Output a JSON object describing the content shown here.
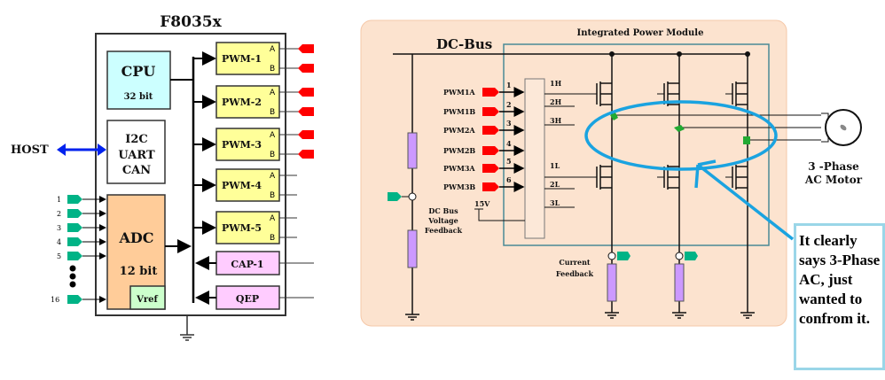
{
  "chip": {
    "title": "F8035x",
    "cpu": {
      "label": "CPU",
      "sub": "32 bit"
    },
    "comm": [
      "I2C",
      "UART",
      "CAN"
    ],
    "host": "HOST",
    "adc": {
      "label": "ADC",
      "sub": "12 bit",
      "vref": "Vref",
      "inputs": [
        "1",
        "2",
        "3",
        "4",
        "5",
        "16"
      ]
    },
    "pwm": [
      "PWM-1",
      "PWM-2",
      "PWM-3",
      "PWM-4",
      "PWM-5"
    ],
    "pin_a": "A",
    "pin_b": "B",
    "cap": "CAP-1",
    "qep": "QEP"
  },
  "power": {
    "bus": "DC-Bus",
    "module": "Integrated Power Module",
    "inputs": [
      "PWM1A",
      "PWM1B",
      "PWM2A",
      "PWM2B",
      "PWM3A",
      "PWM3B"
    ],
    "pins": [
      "1",
      "2",
      "3",
      "4",
      "5",
      "6"
    ],
    "outputs": [
      "1H",
      "2H",
      "3H",
      "1L",
      "2L",
      "3L"
    ],
    "v15": "15V",
    "vfb": [
      "DC Bus",
      "Voltage",
      "Feedback"
    ],
    "cfb": [
      "Current",
      "Feedback"
    ],
    "motor": [
      "3 -Phase",
      "AC  Motor"
    ]
  },
  "annotation": {
    "text": "It clearly says 3-Phase AC, just wanted to confrom it.",
    "color": "#1aa3e0"
  },
  "colors": {
    "cpu": "#ccffff",
    "adc": "#ffcc99",
    "pwm": "#ffff99",
    "cap": "#ffccff",
    "panel": "#fce3cf",
    "red": "#ff0000",
    "green": "#00b386"
  }
}
